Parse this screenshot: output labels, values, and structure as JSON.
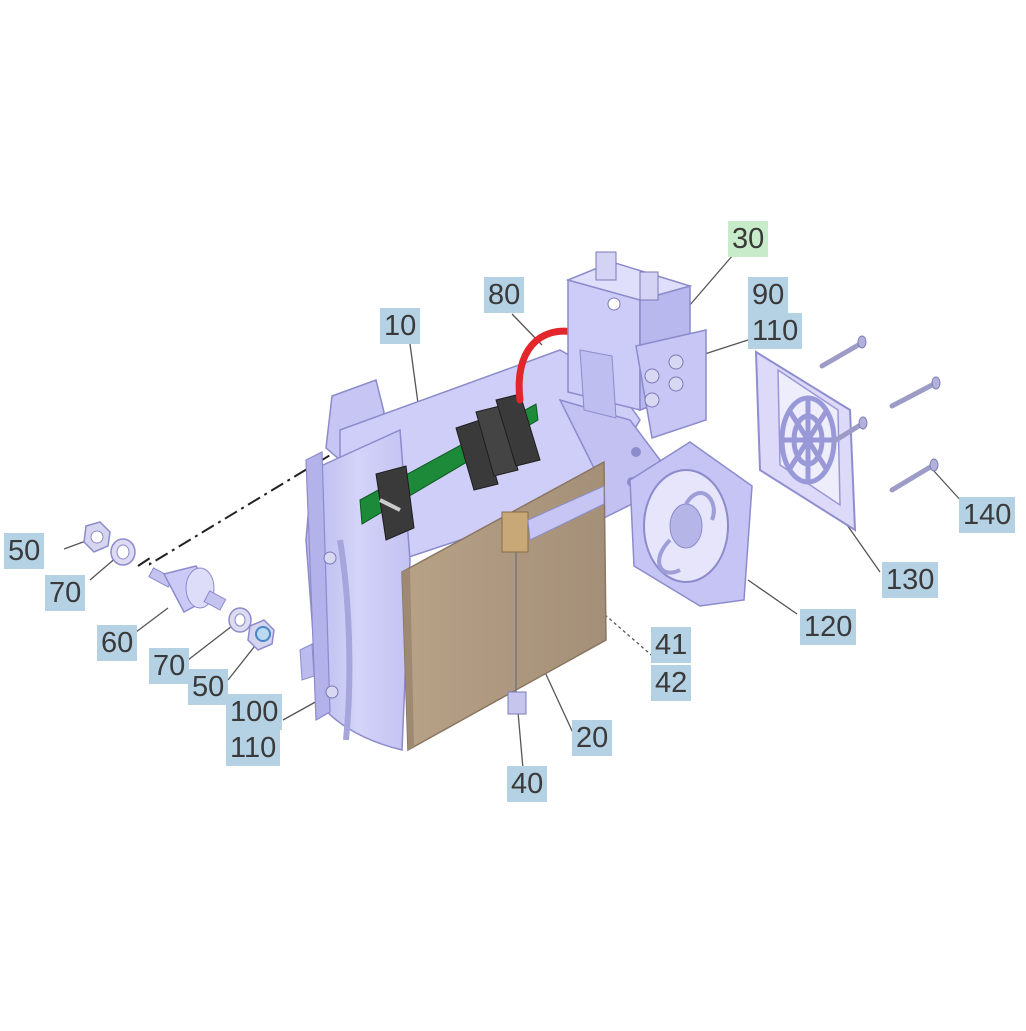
{
  "diagram": {
    "callouts": {
      "c10": "10",
      "c20": "20",
      "c30": "30",
      "c40": "40",
      "c41": "41",
      "c42": "42",
      "c50a": "50",
      "c50b": "50",
      "c60": "60",
      "c70a": "70",
      "c70b": "70",
      "c80": "80",
      "c90": "90",
      "c100": "100",
      "c110a": "110",
      "c110b": "110",
      "c120": "120",
      "c130": "130",
      "c140": "140"
    },
    "highlighted_callout": "30",
    "colors": {
      "label_bg": "#b5d1e4",
      "label_highlight_bg": "#c8ecc9",
      "housing": "#c9c8f4",
      "housing_shade": "#a9a8e0",
      "tank": "#b09c84",
      "pcb": "#1d8a3a",
      "cable": "#e3262b"
    }
  }
}
